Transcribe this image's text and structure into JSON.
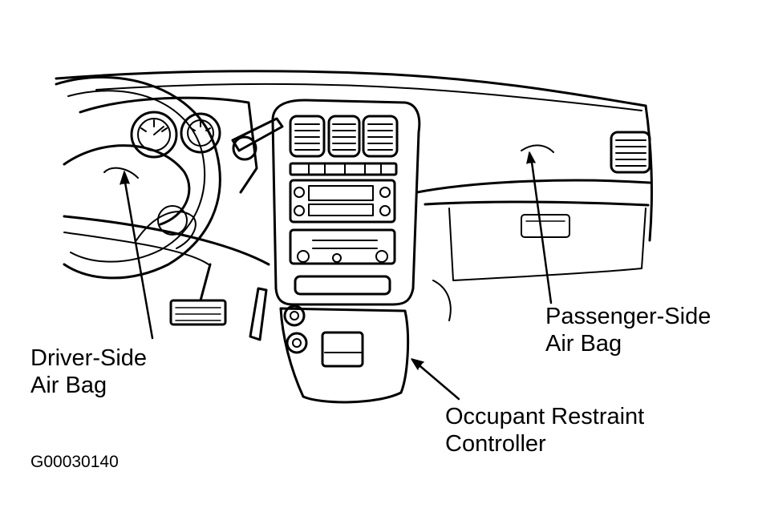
{
  "callouts": {
    "driver_airbag": {
      "line1": "Driver-Side",
      "line2": "Air Bag"
    },
    "passenger_airbag": {
      "line1": "Passenger-Side",
      "line2": "Air Bag"
    },
    "restraint_controller": {
      "line1": "Occupant Restraint",
      "line2": "Controller"
    }
  },
  "figure_id": "G00030140",
  "colors": {
    "ink": "#000000",
    "paper": "#ffffff"
  }
}
